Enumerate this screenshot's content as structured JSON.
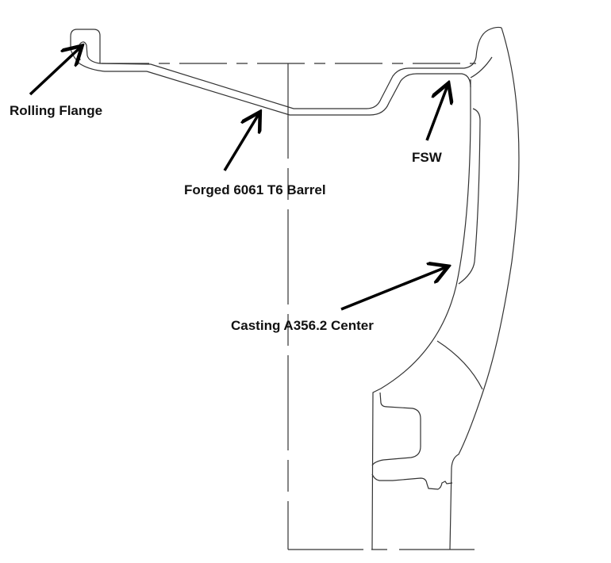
{
  "labels": {
    "rolling_flange": "Rolling Flange",
    "barrel": "Forged 6061 T6 Barrel",
    "fsw": "FSW",
    "center": "Casting A356.2 Center"
  },
  "colors": {
    "line": "#333333",
    "arrow": "#000000",
    "text": "#111111"
  }
}
